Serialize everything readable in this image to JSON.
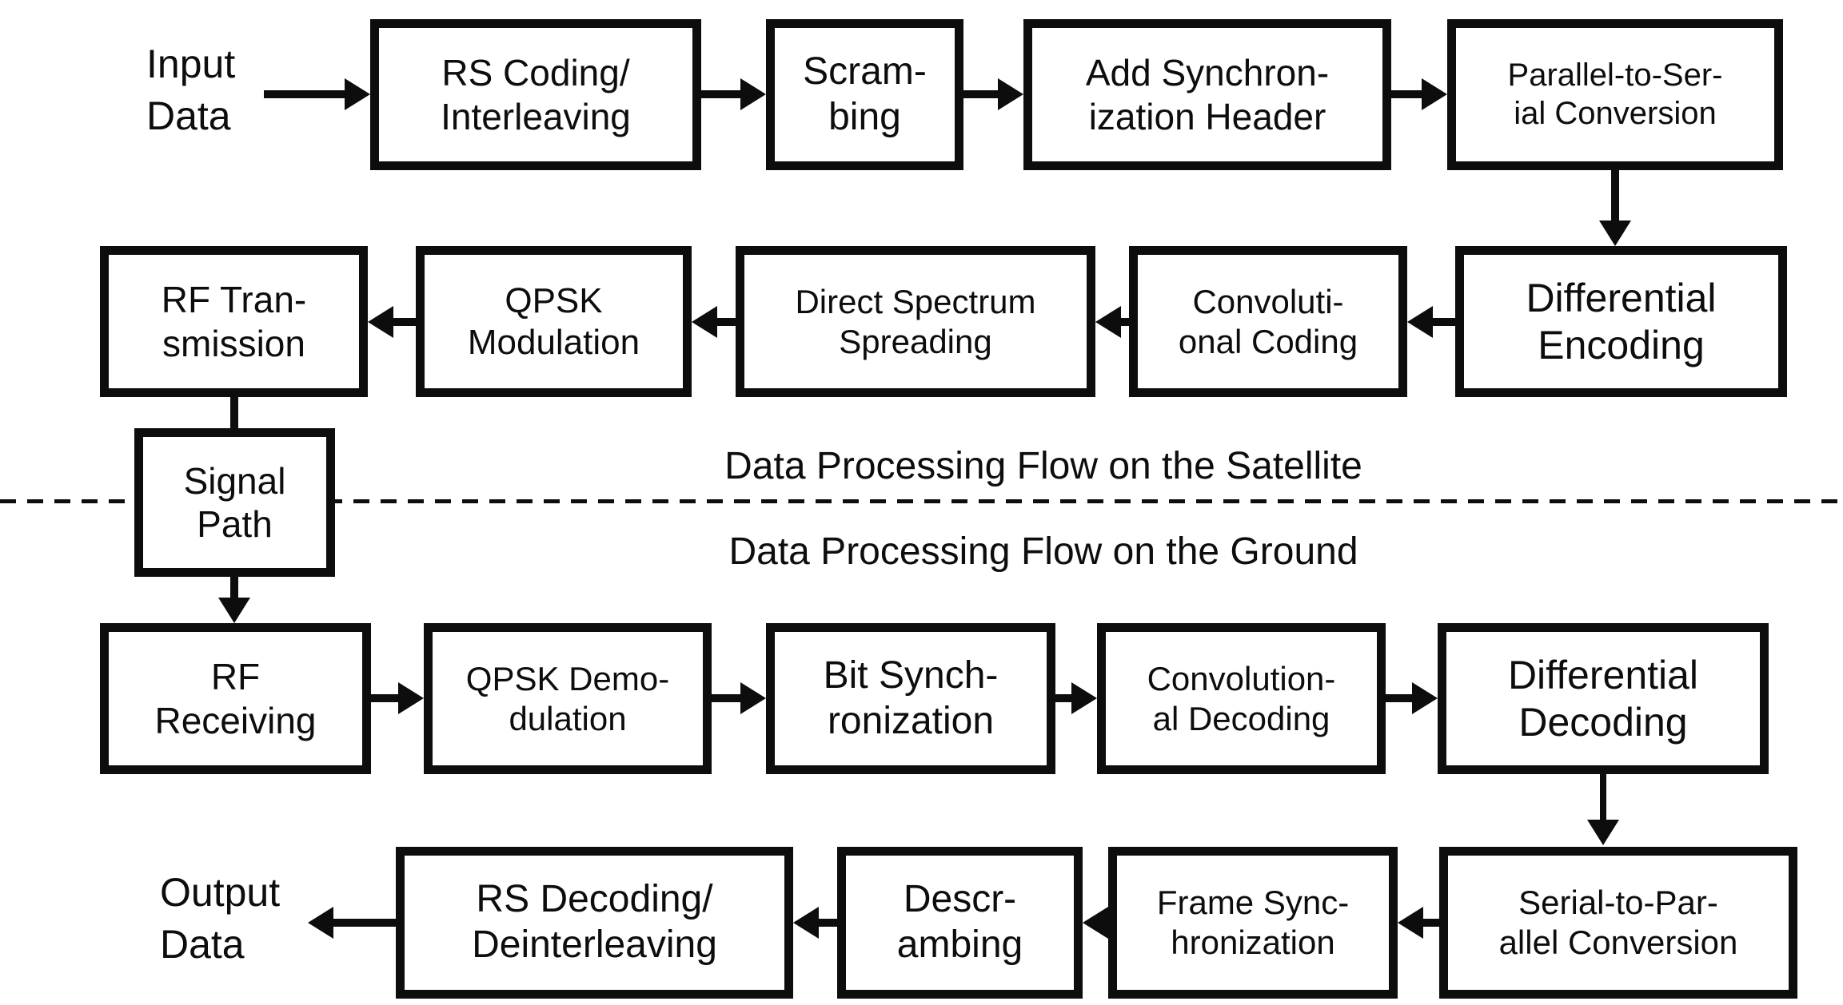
{
  "diagram": {
    "titles": {
      "satellite": "Data Processing Flow on the Satellite",
      "ground": "Data Processing Flow on the Ground"
    },
    "endpoints": {
      "input": "Input\nData",
      "output": "Output\nData"
    },
    "nodes": {
      "rs_coding": "RS Coding/\nInterleaving",
      "scrambling": "Scram-\nbing",
      "add_sync_header": "Add Synchron-\nization Header",
      "parallel_to_serial": "Parallel-to-Ser-\nial Conversion",
      "differential_encoding": "Differential\nEncoding",
      "convolutional_coding": "Convoluti-\nonal Coding",
      "direct_spectrum_spreading": "Direct Spectrum\nSpreading",
      "qpsk_modulation": "QPSK\nModulation",
      "rf_transmission": "RF Tran-\nsmission",
      "signal_path": "Signal\nPath",
      "rf_receiving": "RF\nReceiving",
      "qpsk_demodulation": "QPSK Demo-\ndulation",
      "bit_synchronization": "Bit Synch-\nronization",
      "convolutional_decoding": "Convolution-\nal Decoding",
      "differential_decoding": "Differential\nDecoding",
      "serial_to_parallel": "Serial-to-Par-\nallel Conversion",
      "frame_synchronization": "Frame Sync-\nhronization",
      "descrambling": "Descr-\nambing",
      "rs_decoding": "RS Decoding/\nDeinterleaving"
    },
    "colors": {
      "background": "#ffffff",
      "line": "#0d0d0d",
      "text": "#0d0d0d"
    }
  }
}
